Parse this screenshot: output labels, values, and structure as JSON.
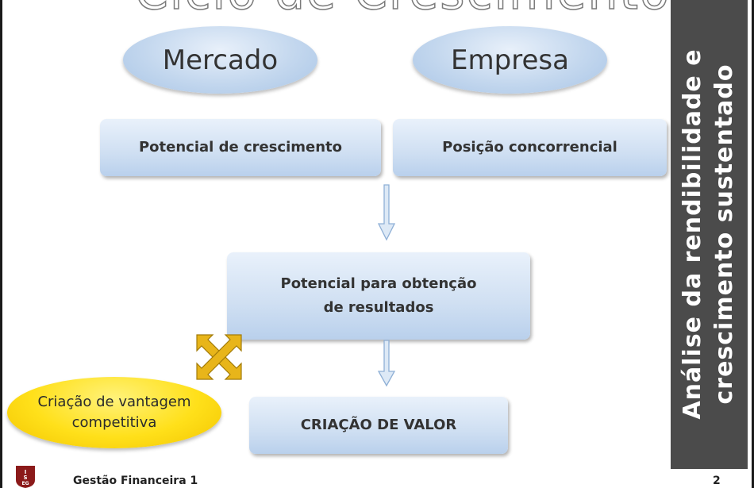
{
  "slide": {
    "title_partial": "Ciclo de Crescimento",
    "page_number": "2",
    "footer_text": "Gestão Financeira 1"
  },
  "diagram": {
    "market": "Mercado",
    "company": "Empresa",
    "growth_potential": "Potencial de crescimento",
    "competitive_position": "Posição concorrencial",
    "results_line1": "Potencial para obtenção",
    "results_line2": "de resultados",
    "value_creation": "CRIAÇÃO DE VALOR",
    "competitive_advantage_line1": "Criação de vantagem",
    "competitive_advantage_line2": "competitiva"
  },
  "side_panel": {
    "line1": "Análise da rendibilidade e",
    "line2": "crescimento sustentado"
  },
  "colors": {
    "box_blue": "#c3d7ee",
    "panel_gray": "#4b4b4b",
    "accent_yellow": "#ffe01a",
    "arrow_gold": "#e2b317"
  },
  "icons": {
    "logo": "iseg-logo",
    "double_arrow": "diagonal-double-arrow-icon"
  }
}
